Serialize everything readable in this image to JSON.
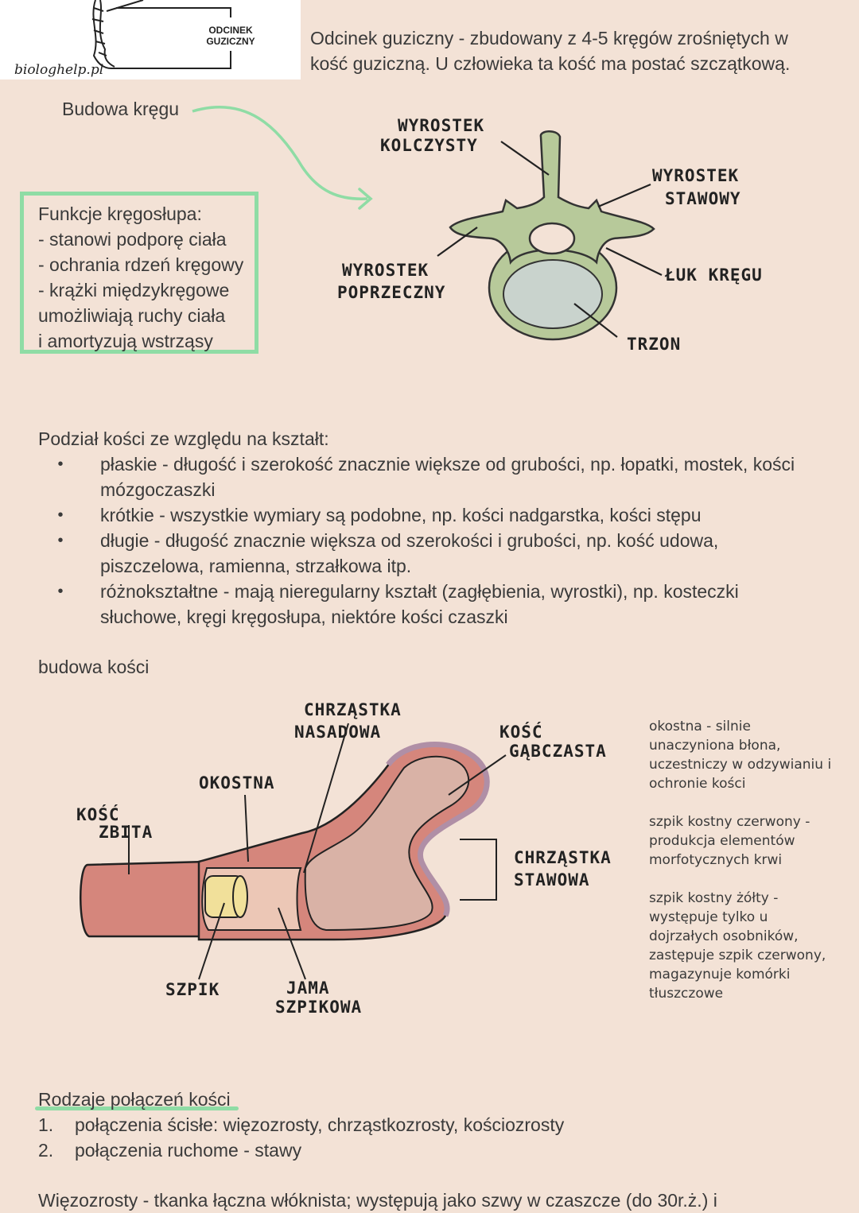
{
  "top_card": {
    "segment_label_1": "ODCINEK",
    "segment_label_2": "GUZICZNY",
    "brand": "biologhelp.pl"
  },
  "coccyx": {
    "line1": "Odcinek guziczny - zbudowany z 4-5 kręgów zrośniętych w",
    "line2": "kość guziczną. U człowieka ta kość ma postać szczątkową."
  },
  "vertebra": {
    "title": "Budowa kręgu",
    "labels": {
      "spinous_1": "WYROSTEK",
      "spinous_2": "KOLCZYSTY",
      "articular_1": "WYROSTEK",
      "articular_2": "STAWOWY",
      "transverse_1": "WYROSTEK",
      "transverse_2": "POPRZECZNY",
      "arch": "ŁUK KRĘGU",
      "body": "TRZON"
    }
  },
  "functions": {
    "lines": [
      "Funkcje kręgosłupa:",
      "- stanowi podporę ciała",
      "- ochrania rdzeń kręgowy",
      "- krążki międzykręgowe",
      "umożliwiają ruchy ciała",
      "i amortyzują wstrząsy"
    ]
  },
  "shape": {
    "title": "Podział kości ze względu na kształt:",
    "bullet": "•",
    "items": [
      "płaskie - długość i szerokość znacznie większe od grubości, np. łopatki, mostek, kości mózgoczaszki",
      "krótkie - wszystkie wymiary są podobne, np. kości nadgarstka, kości stępu",
      "długie - długość znacznie większa od szerokości i grubości, np. kość udowa, piszczelowa, ramienna, strzałkowa itp.",
      "różnokształtne - mają nieregularny kształt (zagłębienia, wyrostki), np. kosteczki słuchowe, kręgi kręgosłupa, niektóre kości czaszki"
    ]
  },
  "bone": {
    "title": "budowa kości",
    "labels": {
      "cart_growth_1": "CHRZĄSTKA",
      "cart_growth_2": "NASADOWA",
      "periosteum": "OKOSTNA",
      "compact_1": "KOŚĆ",
      "compact_2": "ZBITA",
      "spongy_1": "KOŚĆ",
      "spongy_2": "GĄBCZASTA",
      "cart_joint_1": "CHRZĄSTKA",
      "cart_joint_2": "STAWOWA",
      "marrow": "SZPIK",
      "cavity_1": "JAMA",
      "cavity_2": "SZPIKOWA"
    },
    "notes": [
      "okostna - silnie unaczyniona błona, uczestniczy w odzywianiu i ochronie kości",
      "szpik kostny czerwony - produkcja elementów morfotycznych krwi",
      "szpik kostny żółty - występuje tylko u dojrzałych osobników, zastępuje szpik czerwony, magazynuje komórki tłuszczowe"
    ]
  },
  "joints": {
    "title": "Rodzaje połączeń kości",
    "items": [
      {
        "num": "1.",
        "text": "połączenia ścisłe: więzozrosty, chrząstkozrosty, kościozrosty"
      },
      {
        "num": "2.",
        "text": "połączenia ruchome - stawy"
      }
    ]
  },
  "bottom": {
    "text": "Więzozrosty - tkanka łączna włóknista; występują jako szwy w czaszcze (do 30r.ż.) i"
  },
  "colors": {
    "background": "#f3e2d6",
    "accent_green": "#8fdca5",
    "vertebra_bone": "#b7c99a",
    "vertebra_body": "#c9d3cd",
    "bone_red": "#d5867c",
    "bone_pink": "#d9b2a6",
    "marrow_yellow": "#f1e09a"
  }
}
